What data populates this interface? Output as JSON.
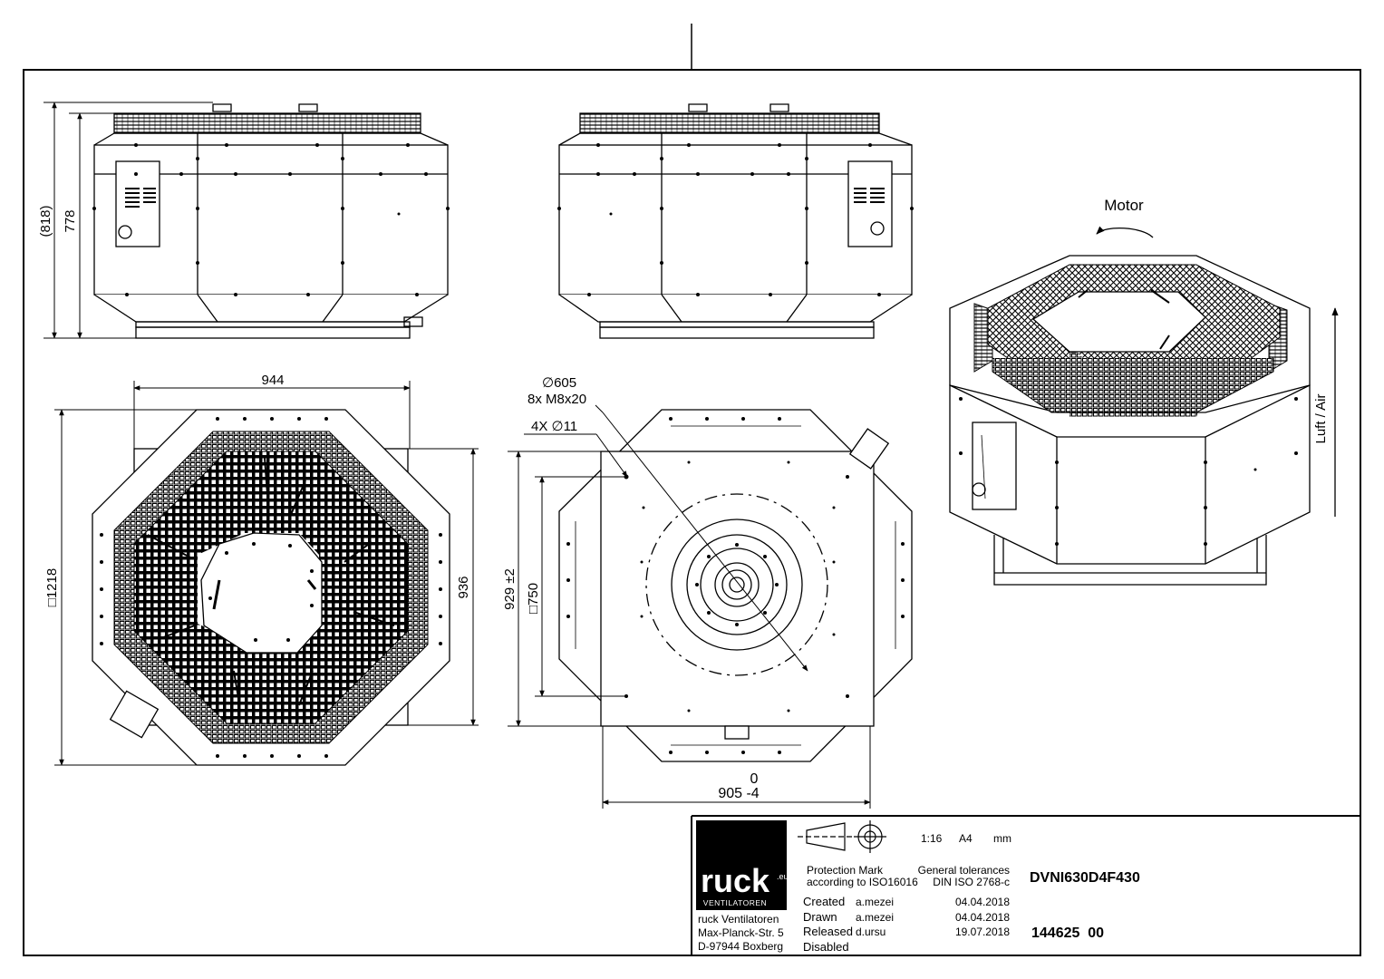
{
  "dimensions": {
    "height_overall": "(818)",
    "height_body": "778",
    "width_top": "944",
    "square_base": "□1218",
    "width_side": "936",
    "flange_diameter": "∅605",
    "bolt_spec": "8x M8x20",
    "holes": "4X ∅11",
    "height_tol": "929 ±2",
    "square_inner": "□750",
    "width_bottom_upper": "0",
    "width_bottom": "905 -4"
  },
  "labels": {
    "motor": "Motor",
    "airflow": "Luft / Air"
  },
  "title_block": {
    "logo_word": "ruck",
    "logo_sup": ".eu",
    "logo_sub": "VENTILATOREN",
    "company": "ruck Ventilatoren",
    "street": "Max-Planck-Str. 5",
    "city": "D-97944 Boxberg",
    "scale": "1:16",
    "paper": "A4",
    "unit": "mm",
    "protection_1": "Protection Mark",
    "protection_2": "according to ISO16016",
    "tolerances_1": "General tolerances",
    "tolerances_2": "DIN ISO 2768-c",
    "model": "DVNI630D4F430",
    "created_label": "Created",
    "created_by": "a.mezei",
    "created_date": "04.04.2018",
    "drawn_label": "Drawn",
    "drawn_by": "a.mezei",
    "drawn_date": "04.04.2018",
    "released_label": "Released",
    "released_by": "d.ursu",
    "released_date": "19.07.2018",
    "disabled_label": "Disabled",
    "drawing_number": "144625  00"
  }
}
